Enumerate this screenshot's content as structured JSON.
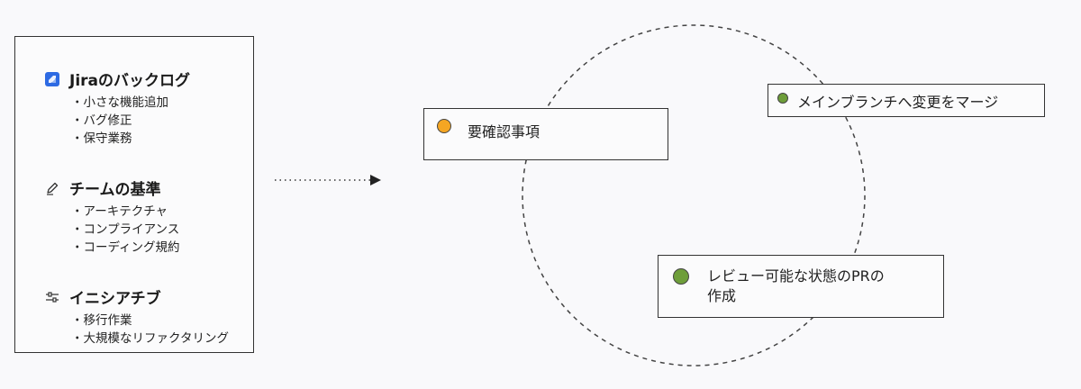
{
  "left_panel": {
    "sections": [
      {
        "title": "Jiraのバックログ",
        "icon": "jira-icon",
        "items": [
          "小さな機能追加",
          "バグ修正",
          "保守業務"
        ]
      },
      {
        "title": "チームの基準",
        "icon": "pencil-icon",
        "items": [
          "アーキテクチャ",
          "コンプライアンス",
          "コーディング規約"
        ]
      },
      {
        "title": "イニシアチブ",
        "icon": "sliders-icon",
        "items": [
          "移行作業",
          "大規模なリファクタリング"
        ]
      }
    ]
  },
  "flow": {
    "requirements": {
      "label": "要確認事項",
      "dot_color": "#f5a623"
    },
    "merge": {
      "label": "メインブランチへ変更をマージ",
      "dot_color": "#6e9e3a"
    },
    "pr": {
      "label_line1": "レビュー可能な状態のPRの",
      "label_line2": "作成",
      "dot_color": "#6e9e3a"
    }
  },
  "colors": {
    "jira_blue": "#2d6ae3",
    "border": "#333333",
    "circle": "#444444"
  }
}
